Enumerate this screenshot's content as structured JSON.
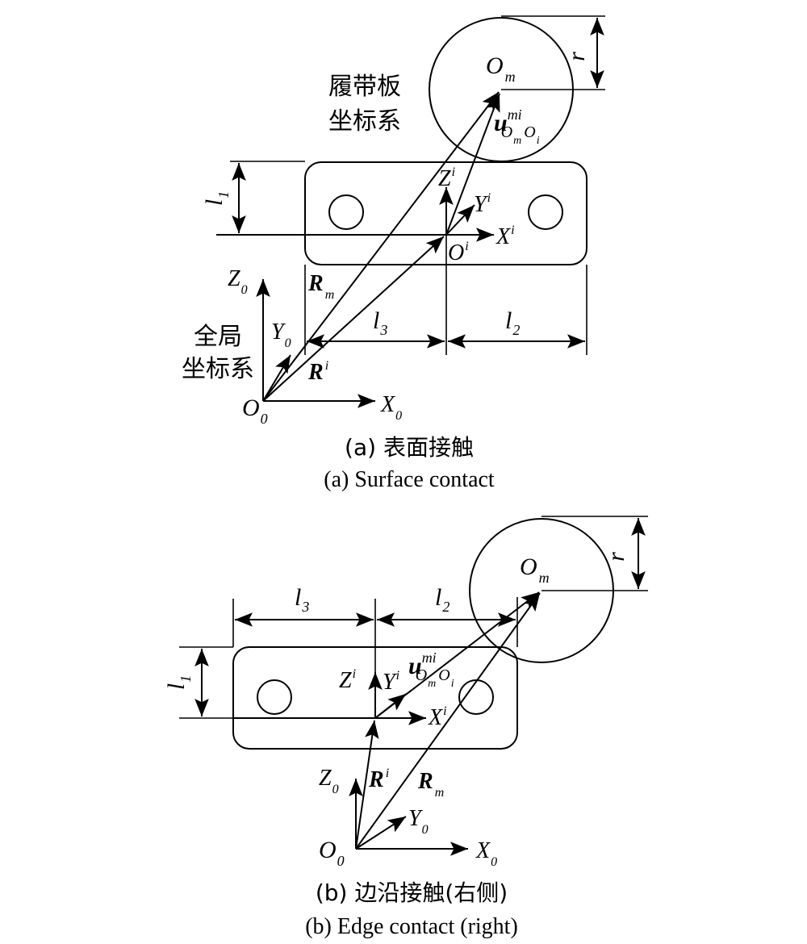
{
  "panel_a": {
    "track_shoe_frame_label": [
      "履带板",
      "坐标系"
    ],
    "global_frame_label": [
      "全局",
      "坐标系"
    ],
    "caption_cn": "(a) 表面接触",
    "caption_en": "(a) Surface contact",
    "symbols": {
      "r": "r",
      "l1": "l",
      "l1_sub": "1",
      "l2": "l",
      "l2_sub": "2",
      "l3": "l",
      "l3_sub": "3",
      "Om": "O",
      "Om_sub": "m",
      "Oi": "O",
      "Oi_sup": "i",
      "Xi": "X",
      "Xi_sup": "i",
      "Yi": "Y",
      "Yi_sup": "i",
      "Zi": "Z",
      "Zi_sup": "i",
      "Z0": "Z",
      "Z0_sub": "0",
      "Y0": "Y",
      "Y0_sub": "0",
      "X0": "X",
      "X0_sub": "0",
      "O0": "O",
      "O0_sub": "0",
      "Rm": "R",
      "Rm_sub": "m",
      "Ri": "R",
      "Ri_sup": "i",
      "u": "u",
      "u_sup": "mi",
      "u_sub_a": "O",
      "u_sub_b": "m",
      "u_sub_c": "O",
      "u_sub_d": "i"
    }
  },
  "panel_b": {
    "caption_cn": "(b) 边沿接触(右侧)",
    "caption_en": "(b) Edge contact (right)",
    "symbols": {
      "r": "r",
      "l1": "l",
      "l1_sub": "1",
      "l2": "l",
      "l2_sub": "2",
      "l3": "l",
      "l3_sub": "3",
      "Om": "O",
      "Om_sub": "m",
      "Xi": "X",
      "Xi_sup": "i",
      "Yi": "Y",
      "Yi_sup": "i",
      "Zi": "Z",
      "Zi_sup": "i",
      "Z0": "Z",
      "Z0_sub": "0",
      "Y0": "Y",
      "Y0_sub": "0",
      "X0": "X",
      "X0_sub": "0",
      "O0": "O",
      "O0_sub": "0",
      "Rm": "R",
      "Rm_sub": "m",
      "Ri": "R",
      "Ri_sup": "i",
      "u": "u",
      "u_sup": "mi",
      "u_sub_a": "O",
      "u_sub_b": "m",
      "u_sub_c": "O",
      "u_sub_d": "i"
    }
  }
}
